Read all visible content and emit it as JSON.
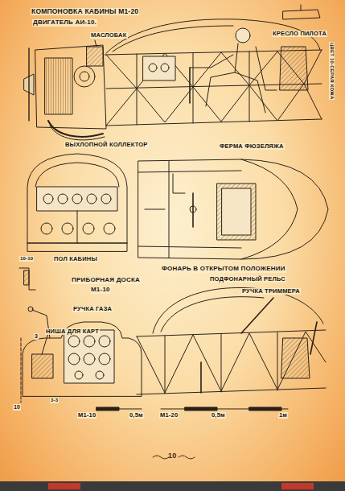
{
  "diagram": {
    "title": "КОМПОНОВКА КАБИНЫ М1-20",
    "labels": [
      "ДВИГАТЕЛЬ АИ-10.",
      "МАСЛОБАК",
      "КРЕСЛО ПИЛОТА",
      "ЦВЕТ 10-СЕРАЯ КОЖА",
      "ВЫХЛОПНОЙ КОЛЛЕКТОР",
      "ФЕРМА ФЮЗЕЛЯЖА",
      "ПОЛ КАБИНЫ",
      "10-10",
      "ФОНАРЬ В ОТКРЫТОМ ПОЛОЖЕНИИ",
      "ПОДФОНАРНЫЙ РЕЛЬС",
      "РУЧКА ТРИММЕРА",
      "ПРИБОРНАЯ ДОСКА",
      "М1-10",
      "РУЧКА ГАЗА",
      "НИША ДЛЯ КАРТ",
      "3",
      "3-3",
      "10",
      "М1-10",
      "0,5м",
      "М1-20",
      "0,5м",
      "1м",
      "10"
    ]
  }
}
